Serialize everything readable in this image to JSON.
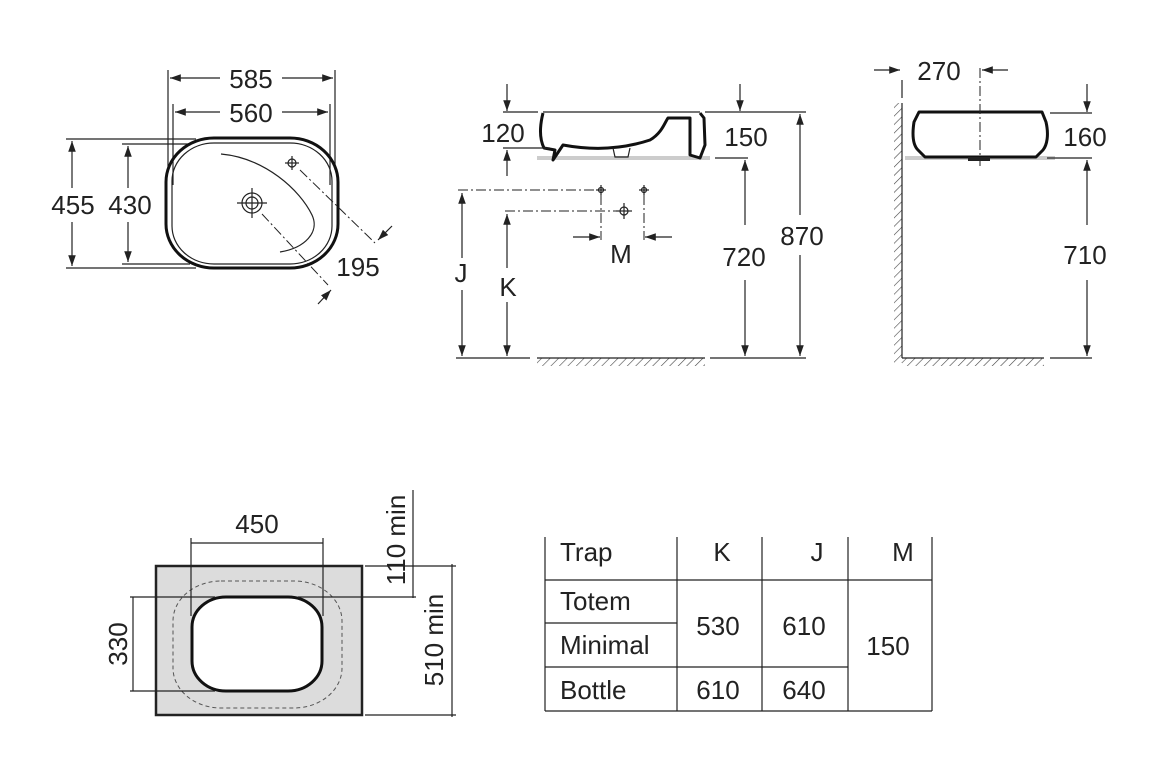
{
  "top_view": {
    "width_outer": "585",
    "width_inner": "560",
    "depth_outer": "455",
    "depth_inner": "430",
    "tap_offset": "195"
  },
  "side_view": {
    "basin_height_left": "120",
    "basin_height_right": "150",
    "counter_height": "720",
    "total_height": "870",
    "label_j": "J",
    "label_k": "K",
    "label_m": "M"
  },
  "end_view": {
    "wall_distance": "270",
    "basin_height": "160",
    "counter_height": "710"
  },
  "cutout_plan": {
    "cut_width": "450",
    "cut_depth": "330",
    "front_min": "110 min",
    "counter_depth_min": "510 min"
  },
  "trap_table": {
    "headers": [
      "Trap",
      "K",
      "J",
      "M"
    ],
    "rows": [
      {
        "trap": "Totem"
      },
      {
        "trap": "Minimal"
      },
      {
        "trap": "Bottle",
        "k": "610",
        "j": "640"
      }
    ],
    "shared_k": "530",
    "shared_j": "610",
    "shared_m": "150"
  }
}
